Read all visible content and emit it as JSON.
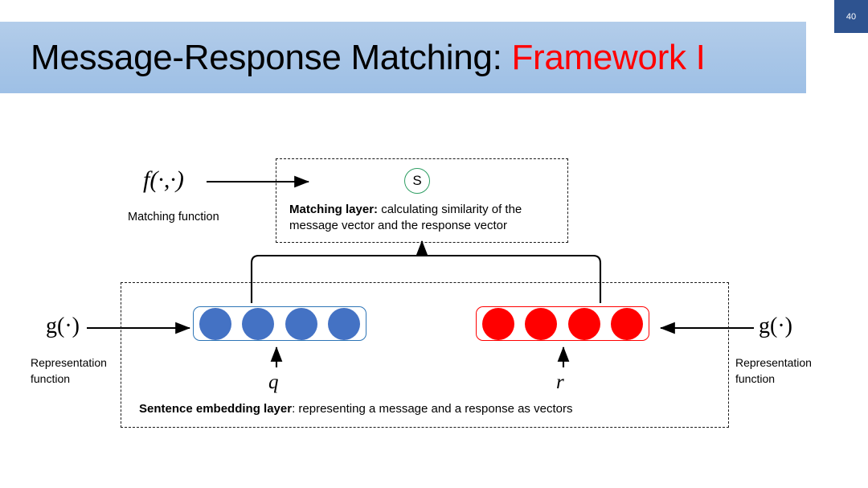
{
  "slide": {
    "number": "40",
    "title_main": "Message-Response Matching: ",
    "title_accent": "Framework I",
    "banner_color": "#a9c6e7",
    "accent_color": "#ff0000",
    "badge_color": "#2e5390"
  },
  "diagram": {
    "matching_layer": {
      "label_bold": "Matching layer:",
      "label_rest": " calculating similarity of the message vector and the response vector",
      "similarity_node": "S",
      "similarity_node_color": "#2e9e63"
    },
    "embedding_layer": {
      "label_bold": "Sentence embedding layer",
      "label_rest": ": representing a message and a response as vectors"
    },
    "matching_function": {
      "symbol": "f(·,·)",
      "caption": "Matching function"
    },
    "representation_function_left": {
      "symbol": "g(·)",
      "caption": "Representation\nfunction"
    },
    "representation_function_right": {
      "symbol": "g(·)",
      "caption": "Representation\nfunction"
    },
    "message_vector": {
      "symbol": "q",
      "color": "#4472c4",
      "node_count": 4
    },
    "response_vector": {
      "symbol": "r",
      "color": "#ff0000",
      "node_count": 4
    }
  }
}
